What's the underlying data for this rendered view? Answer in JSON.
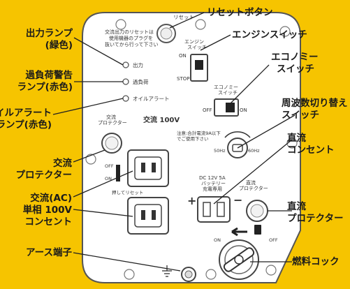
{
  "callouts": {
    "reset_button": "リセットボタン",
    "engine_switch": "エンジンスイッチ",
    "eco_switch_1": "エコノミー",
    "eco_switch_2": "スイッチ",
    "freq_switch_1": "周波数切り替え",
    "freq_switch_2": "スイッチ",
    "dc_outlet_1": "直流",
    "dc_outlet_2": "コンセント",
    "dc_protector_1": "直流",
    "dc_protector_2": "プロテクター",
    "fuel_cock": "燃料コック",
    "output_lamp_1": "出力ランプ",
    "output_lamp_2": "(緑色)",
    "overload_lamp_1": "過負荷警告",
    "overload_lamp_2": "ランプ(赤色)",
    "oil_lamp_1": "オイルアラート",
    "oil_lamp_2": "ランプ(赤色)",
    "ac_protector_1": "交流",
    "ac_protector_2": "プロテクター",
    "ac_outlet_1": "交流(AC)",
    "ac_outlet_2": "単相 100V",
    "ac_outlet_3": "コンセント",
    "earth_terminal": "アース端子"
  },
  "panel": {
    "reset_note_1": "交流出力のリセットは",
    "reset_note_2": "使用機器のプラグを",
    "reset_note_3": "抜いてから行って下さい",
    "reset_label": "リセット",
    "engine_label_1": "エンジン",
    "engine_label_2": "スイッチ",
    "engine_on": "ON",
    "engine_stop": "STOP",
    "lamp_output": "出力",
    "lamp_overload": "過負荷",
    "lamp_oil": "オイルアラート",
    "eco_label_1": "エコノミー",
    "eco_label_2": "スイッチ",
    "eco_off": "OFF",
    "eco_on": "ON",
    "ac_protector_label_1": "交流",
    "ac_protector_label_2": "プロテクター",
    "ac_100v": "交流 100V",
    "caution_1": "注意:合計電流9A以下",
    "caution_2": "でご使用下さい",
    "freq_50": "50Hz",
    "freq_60": "60Hz",
    "protector_off": "OFF",
    "protector_on": "ON",
    "press_reset": "押してリセット",
    "dc_label_1": "DC 12V 5A",
    "dc_label_2": "バッテリー",
    "dc_label_3": "充電専用",
    "dc_prot_label_1": "直流",
    "dc_prot_label_2": "プロテクター",
    "dc_plus": "+",
    "dc_minus": "−",
    "fuel_on": "ON",
    "fuel_off": "OFF"
  },
  "colors": {
    "background": "#f6c400",
    "panel": "#ffffff",
    "outline": "#555555",
    "leader": "#222222"
  }
}
